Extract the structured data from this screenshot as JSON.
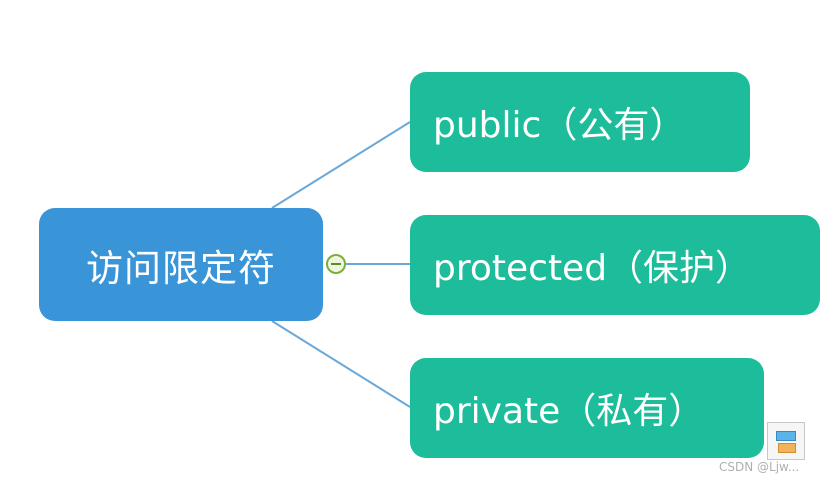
{
  "mindmap": {
    "root": {
      "label": "访问限定符",
      "color": "#3a95d8"
    },
    "children": [
      {
        "label": "public（公有）",
        "color": "#1dbc9a"
      },
      {
        "label": "protected（保护）",
        "color": "#1dbc9a"
      },
      {
        "label": "private（私有）",
        "color": "#1dbc9a"
      }
    ],
    "connector_color": "#6aa8d8",
    "collapse_icon": "minus-circle-icon"
  },
  "watermark": "CSDN @Ljw..."
}
